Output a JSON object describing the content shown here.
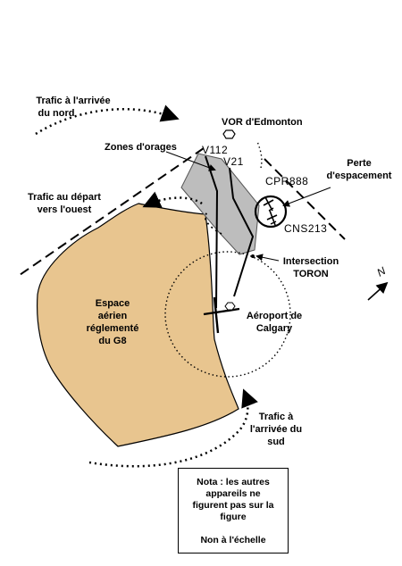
{
  "labels": {
    "north_arrivals_1": "Trafic à l'arrivée",
    "north_arrivals_2": "du nord",
    "vor": "VOR d'Edmonton",
    "storms": "Zones d'orages",
    "v112": "V112",
    "v21": "V21",
    "loss_1": "Perte",
    "loss_2": "d'espacement",
    "cpr": "CPR888",
    "cns": "CNS213",
    "west_dep_1": "Trafic au départ",
    "west_dep_2": "vers l'ouest",
    "toron_1": "Intersection",
    "toron_2": "TORON",
    "north_symbol": "N",
    "g8_1": "Espace",
    "g8_2": "aérien",
    "g8_3": "réglementé",
    "g8_4": "du G8",
    "airport_1": "Aéroport de",
    "airport_2": "Calgary",
    "south_1": "Trafic à",
    "south_2": "l'arrivée du",
    "south_3": "sud"
  },
  "note": {
    "line1": "Nota : les autres",
    "line2": "appareils ne",
    "line3": "figurent pas sur la",
    "line4": "figure",
    "line5": "Non à l'échelle"
  },
  "colors": {
    "restricted_airspace": "#e8c58f",
    "storm_area": "#bdbdbd"
  }
}
